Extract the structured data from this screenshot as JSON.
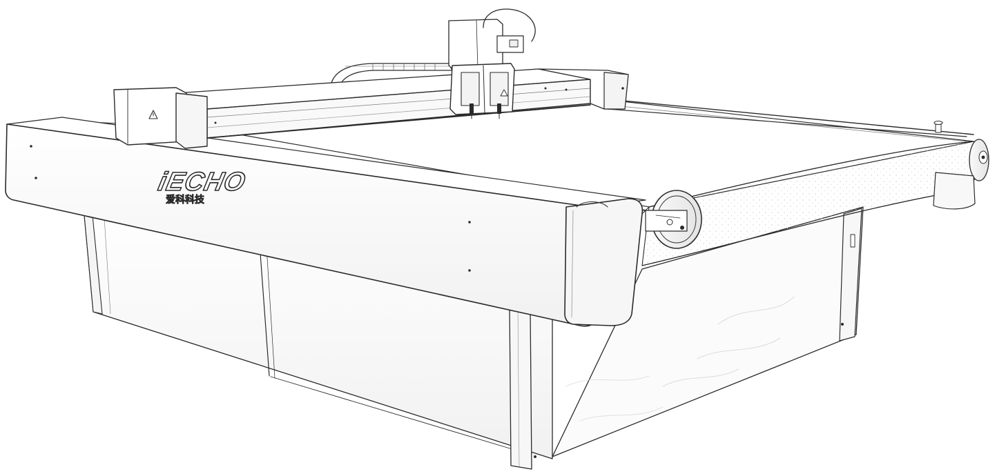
{
  "image": {
    "subject": "flatbed-cutting-machine-line-drawing",
    "style": "pencil-sketch",
    "background": "#ffffff",
    "ink": "#2a2a2a"
  },
  "logo": {
    "brand_text": "iECHO",
    "chinese_text": "爱科科技"
  }
}
